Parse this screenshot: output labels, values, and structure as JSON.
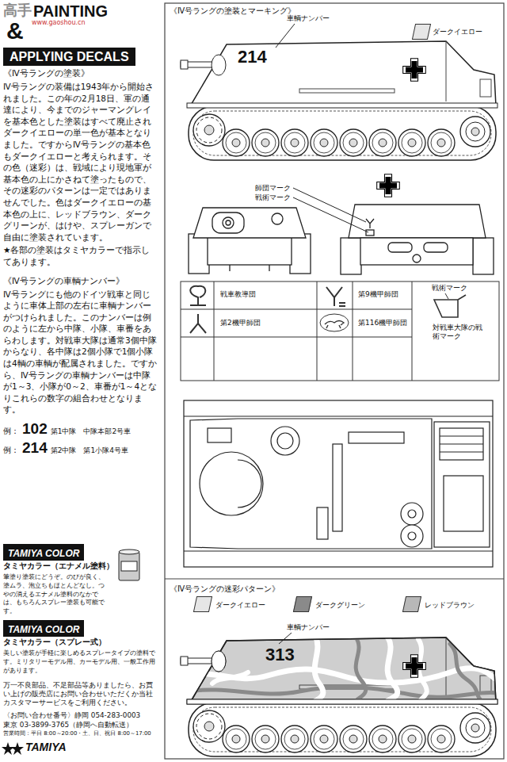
{
  "diagram": {
    "nodes": [
      {
        "text": [
          "APPLYING DECALS"
        ]
      },
      {
        "text": [
          "TAMIYA COLOR"
        ]
      },
      {
        "text": [
          "TAMIYA COLOR"
        ]
      }
    ],
    "labels": [
      "高手",
      "www.gaoshou.cn",
      "PAINTING",
      "&",
      "《Ⅳ号ラングの塗装》",
      "Ⅳ号ラングの装備は1943年から開始されました。この年の2月18日、軍の通達により、今までのジャーマングレイを基本色とした塗装はすべて廃止されダークイエローの単一色が基本となりました。ですからⅣ号ラングの基本色もダークイエローと考えられます。その色（迷彩）は、戦域により現地軍が基本色の上にかさねて塗ったもので、その迷彩のパターンは一定ではありませんでした。色はダークイエローの基本色の上に、レッドブラウン、ダークグリーンが、はけや、スプレーガンで自由に塗装されています。",
      "★各部の塗装はタミヤカラーで指示してあります。",
      "《Ⅳ号ラングの車輌ナンバー》",
      "Ⅳ号ラングにも他のドイツ戦車と同じように車体上部の左右に車輌ナンバーがつけられました。このナンバーは例のように左から中隊、小隊、車番をあらわします。対戦車大隊は通常3個中隊からなり、各中隊は2個小隊で1個小隊は4輌の車輌が配属されました。ですから、Ⅳ号ラングの車輌ナンバーは中隊が1～3、小隊が0～2、車番が1～4となりこれらの数字の組合わせとなります。",
      "例：",
      "102",
      "第1中隊　中隊本部2号車",
      "例：",
      "214",
      "第2中隊　第1小隊4号車",
      "タミヤカラー（エナメル塗料）",
      "筆塗り塗装にどうぞ。のびが良く、塗ムラ、泡立ちもほとんどなし。つやの消えるエナメル塗料のなかでは、もちろんスプレー塗装も可能です。",
      "タミヤカラー（スプレー式）",
      "美しい塗装が手軽に楽しめるスプレータイプの塗料です。ミリタリーモデル用、カーモデル用、一般工作用があります。",
      "万一不良部品、不足部品等ありましたら、お買い上げの販売店にお問い合わせいただくか当社カスタマーサービスをご利用ください。",
      "〈お問い合わせ番号〉静岡 054-283-0003",
      "東京 03-3899-3765（静岡へ自動転送）",
      "営業時間：平日 8:00～20:00・土、日、祝日 8:00～17:00",
      "TAMIYA",
      "《Ⅳ号ラングの塗装とマーキング》",
      "車輌ナンバー",
      "214",
      "師団マーク",
      "戦術マーク",
      "戦車教導団",
      "第9機甲師団",
      "戦術マーク",
      "第2機甲師団",
      "第116機甲師団",
      "対戦車大隊の戦術マーク",
      "《Ⅳ号ラングの迷彩パターン》",
      "車輌ナンバー",
      "313"
    ],
    "legend": [
      {
        "text": "ダークイエロー",
        "color": "#e6e6e6"
      },
      {
        "text": "ダークイエロー",
        "color": "#e6e6e6"
      },
      {
        "text": "ダークグリーン",
        "color": "#8a8a8a"
      },
      {
        "text": "レッドブラウン",
        "color": "#b8b8b8"
      }
    ]
  }
}
